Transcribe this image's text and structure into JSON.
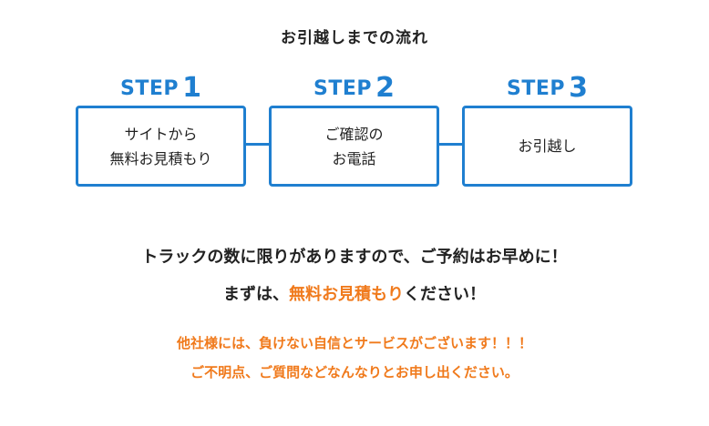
{
  "title": "お引越しまでの流れ",
  "colors": {
    "accent_blue": "#1f7fd0",
    "accent_orange": "#f07a1c",
    "highlight_yellow": "#ffe86a",
    "text": "#222222"
  },
  "steps": [
    {
      "word": "STEP",
      "number": "1",
      "lines": [
        "サイトから",
        "無料お見積もり"
      ]
    },
    {
      "word": "STEP",
      "number": "2",
      "lines": [
        "ご確認の",
        "お電話"
      ]
    },
    {
      "word": "STEP",
      "number": "3",
      "lines": [
        "お引越し"
      ]
    }
  ],
  "message": {
    "line1": "トラックの数に限りがありますので、ご予約はお早めに！",
    "line2_before": "まずは、",
    "line2_accent": "無料お見積もり",
    "line2_after": "ください！"
  },
  "notice": {
    "line1": "他社様には、負けない自信とサービスがございます！！！",
    "line2": "ご不明点、ご質問などなんなりとお申し出ください。"
  }
}
